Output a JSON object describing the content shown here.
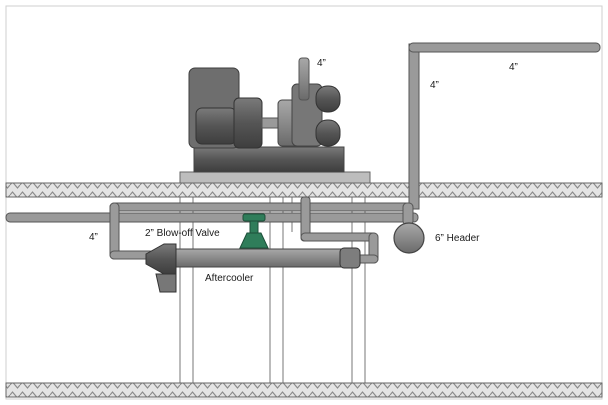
{
  "labels": {
    "pipe_vertical_top": "4”",
    "header_top": "4”",
    "header_riser": "4”",
    "left_line": "4”",
    "blowoff_valve": "2” Blow-off Valve",
    "header_6in": "6” Header",
    "aftercooler": "Aftercooler"
  },
  "colors": {
    "pipe": "#9a9a9a",
    "pipe_edge": "#555555",
    "machine_dark": "#5e5e5e",
    "machine_light": "#8a8a8a",
    "valve": "#2f7d5a",
    "floor_hatch": "#8c8c8c"
  }
}
